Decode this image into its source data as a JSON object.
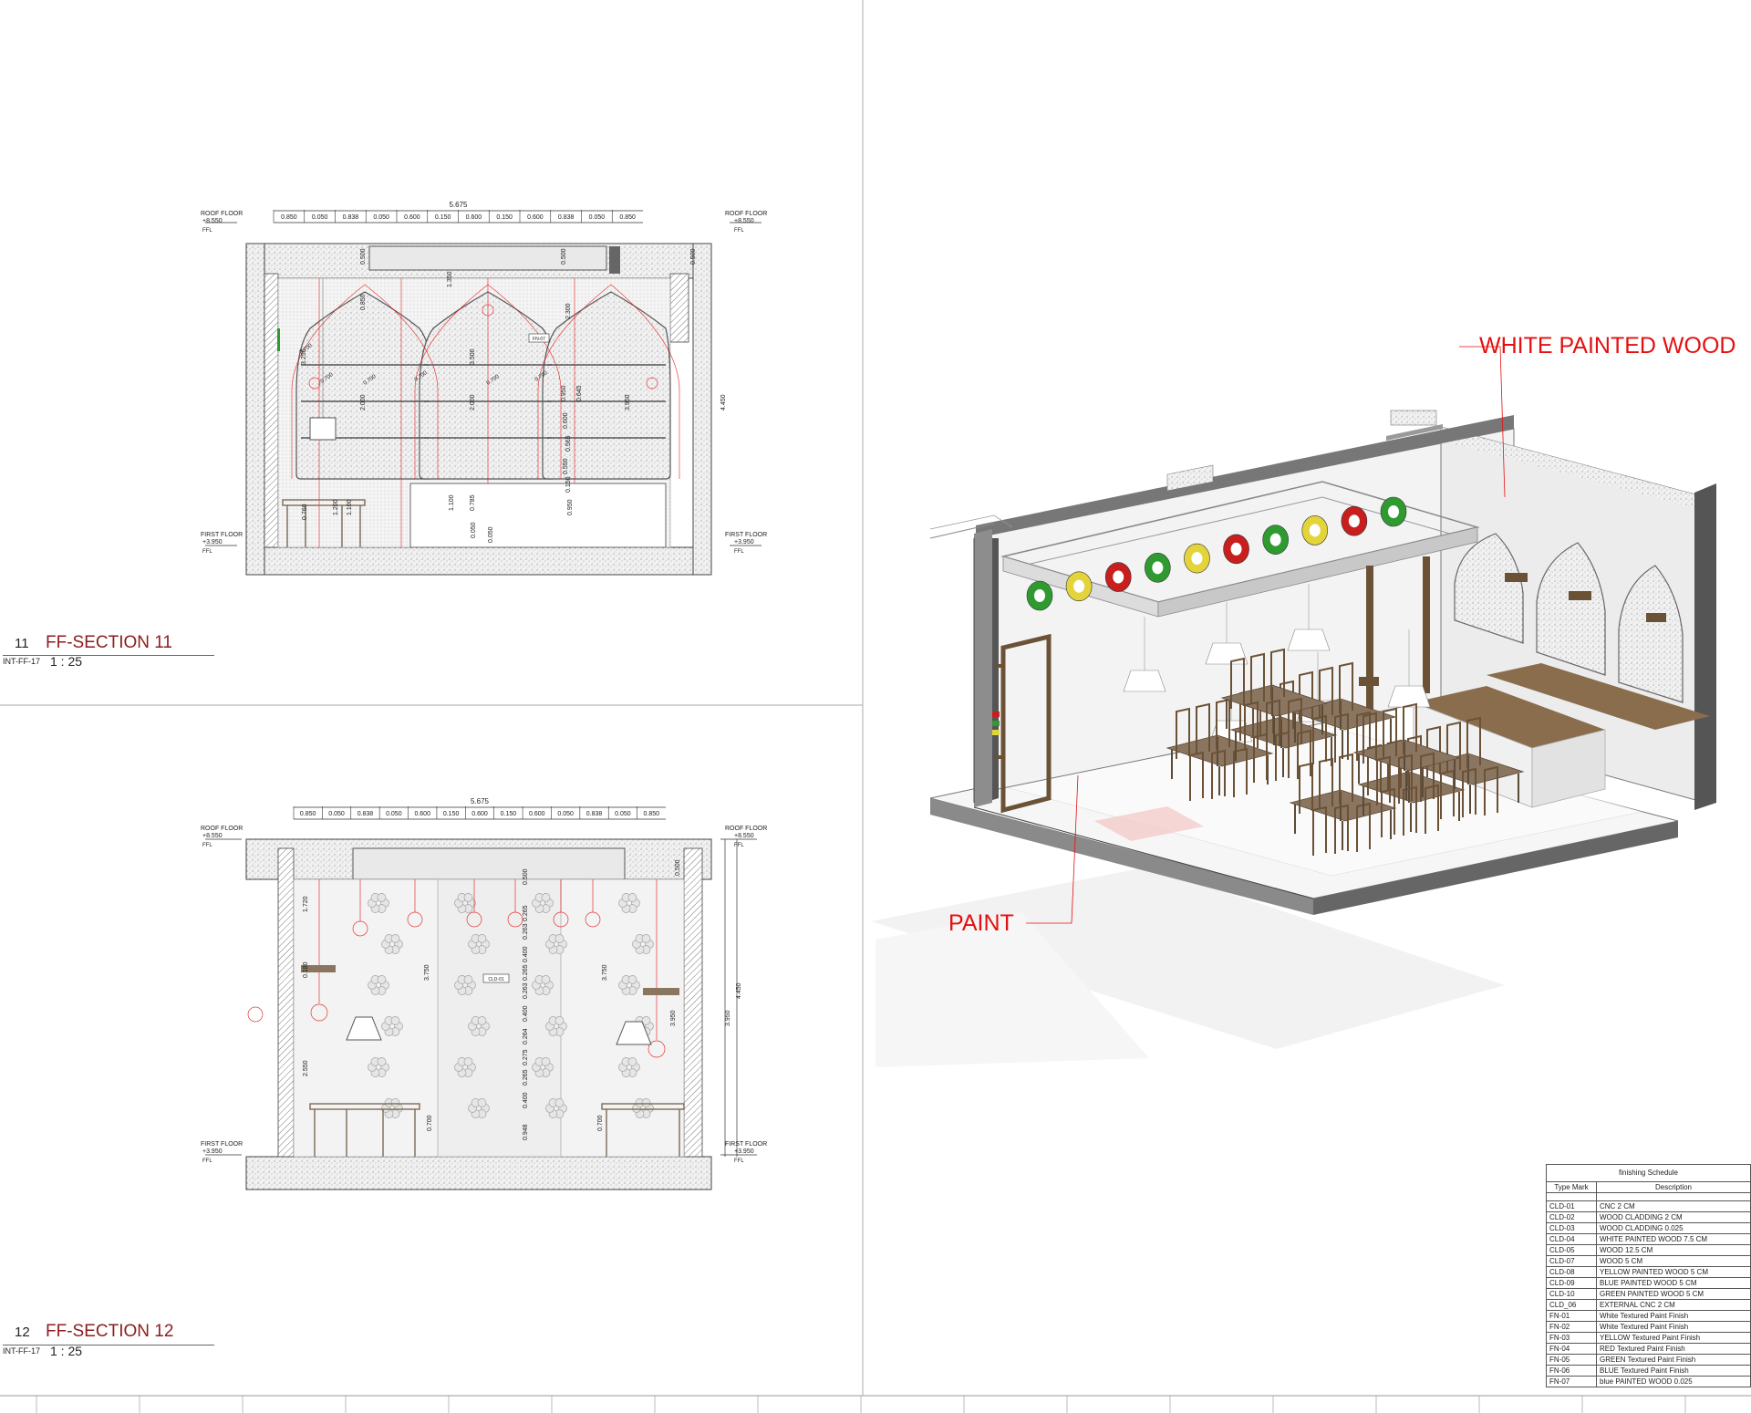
{
  "sheet": {
    "accent_red": "#e41010",
    "title_red": "#8c1d1d"
  },
  "sections": [
    {
      "number": "11",
      "name": "FF-SECTION 11",
      "ref": "INT-FF-17",
      "scale": "1 : 25",
      "overall_dim": "5.675",
      "top_dims": [
        "0.850",
        "0.050",
        "0.838",
        "0.050",
        "0.600",
        "0.150",
        "0.600",
        "0.150",
        "0.600",
        "0.838",
        "0.050",
        "0.850"
      ],
      "roof_label": "ROOF FLOOR",
      "roof_level": "+8.550",
      "floor_label": "FIRST FLOOR",
      "floor_level": "+3.950",
      "ffl": "FFL",
      "tag": "FN-07",
      "vdims": [
        "0.500",
        "0.850",
        "1.350",
        "2.300",
        "3.250",
        "3.500",
        "2.000",
        "2.000",
        "0.950",
        "0.645",
        "0.600",
        "0.565",
        "0.550",
        "0.150",
        "1.100",
        "0.785",
        "0.050",
        "0.050",
        "0.760",
        "1.200",
        "1.100",
        "0.950",
        "3.950",
        "4.450",
        "0.500",
        "0.500"
      ],
      "diag_dims": [
        "0.700",
        "0.700",
        "0.700",
        "0.700",
        "0.700",
        "0.700"
      ]
    },
    {
      "number": "12",
      "name": "FF-SECTION 12",
      "ref": "INT-FF-17",
      "scale": "1 : 25",
      "overall_dim": "5.675",
      "top_dims": [
        "0.850",
        "0.050",
        "0.838",
        "0.050",
        "0.600",
        "0.150",
        "0.600",
        "0.150",
        "0.600",
        "0.050",
        "0.838",
        "0.050",
        "0.850"
      ],
      "roof_label": "ROOF FLOOR",
      "roof_level": "+8.550",
      "floor_label": "FIRST FLOOR",
      "floor_level": "+3.950",
      "ffl": "FFL",
      "tag": "CLD-01",
      "vdims": [
        "1.720",
        "0.180",
        "2.550",
        "3.750",
        "3.750",
        "0.500",
        "0.265",
        "0.263",
        "0.400",
        "0.265",
        "0.263",
        "0.400",
        "0.264",
        "0.275",
        "0.265",
        "0.400",
        "0.948",
        "0.700",
        "0.700",
        "0.500",
        "3.950",
        "3.950",
        "4.450"
      ]
    }
  ],
  "callouts": {
    "white_painted_wood": "WHITE PAINTED WOOD",
    "paint": "PAINT"
  },
  "schedule": {
    "title": "finishing Schedule",
    "headers": [
      "Type Mark",
      "Description"
    ],
    "rows": [
      [
        "CLD-01",
        "CNC 2 CM"
      ],
      [
        "CLD-02",
        "WOOD CLADDING  2 CM"
      ],
      [
        "CLD-03",
        "WOOD CLADDING  0.025"
      ],
      [
        "CLD-04",
        "WHITE PAINTED WOOD 7.5 CM"
      ],
      [
        "CLD-05",
        "WOOD   12.5 CM"
      ],
      [
        "CLD-07",
        "WOOD 5 CM"
      ],
      [
        "CLD-08",
        "YELLOW PAINTED WOOD 5 CM"
      ],
      [
        "CLD-09",
        "BLUE PAINTED WOOD 5 CM"
      ],
      [
        "CLD-10",
        "GREEN PAINTED WOOD 5 CM"
      ],
      [
        "CLD_06",
        "EXTERNAL CNC 2 CM"
      ],
      [
        "FN-01",
        "White Textured Paint Finish"
      ],
      [
        "FN-02",
        "White Textured Paint Finish"
      ],
      [
        "FN-03",
        "YELLOW Textured Paint Finish"
      ],
      [
        "FN-04",
        "RED Textured Paint Finish"
      ],
      [
        "FN-05",
        "GREEN Textured Paint Finish"
      ],
      [
        "FN-06",
        "BLUE Textured Paint Finish"
      ],
      [
        "FN-07",
        "blue PAINTED WOOD 0.025"
      ]
    ]
  },
  "ring_colors": [
    "#2f9a2f",
    "#e3d43a",
    "#c81e1e",
    "#2f9a2f",
    "#e3d43a",
    "#c81e1e",
    "#2f9a2f",
    "#e3d43a",
    "#c81e1e",
    "#2f9a2f"
  ]
}
